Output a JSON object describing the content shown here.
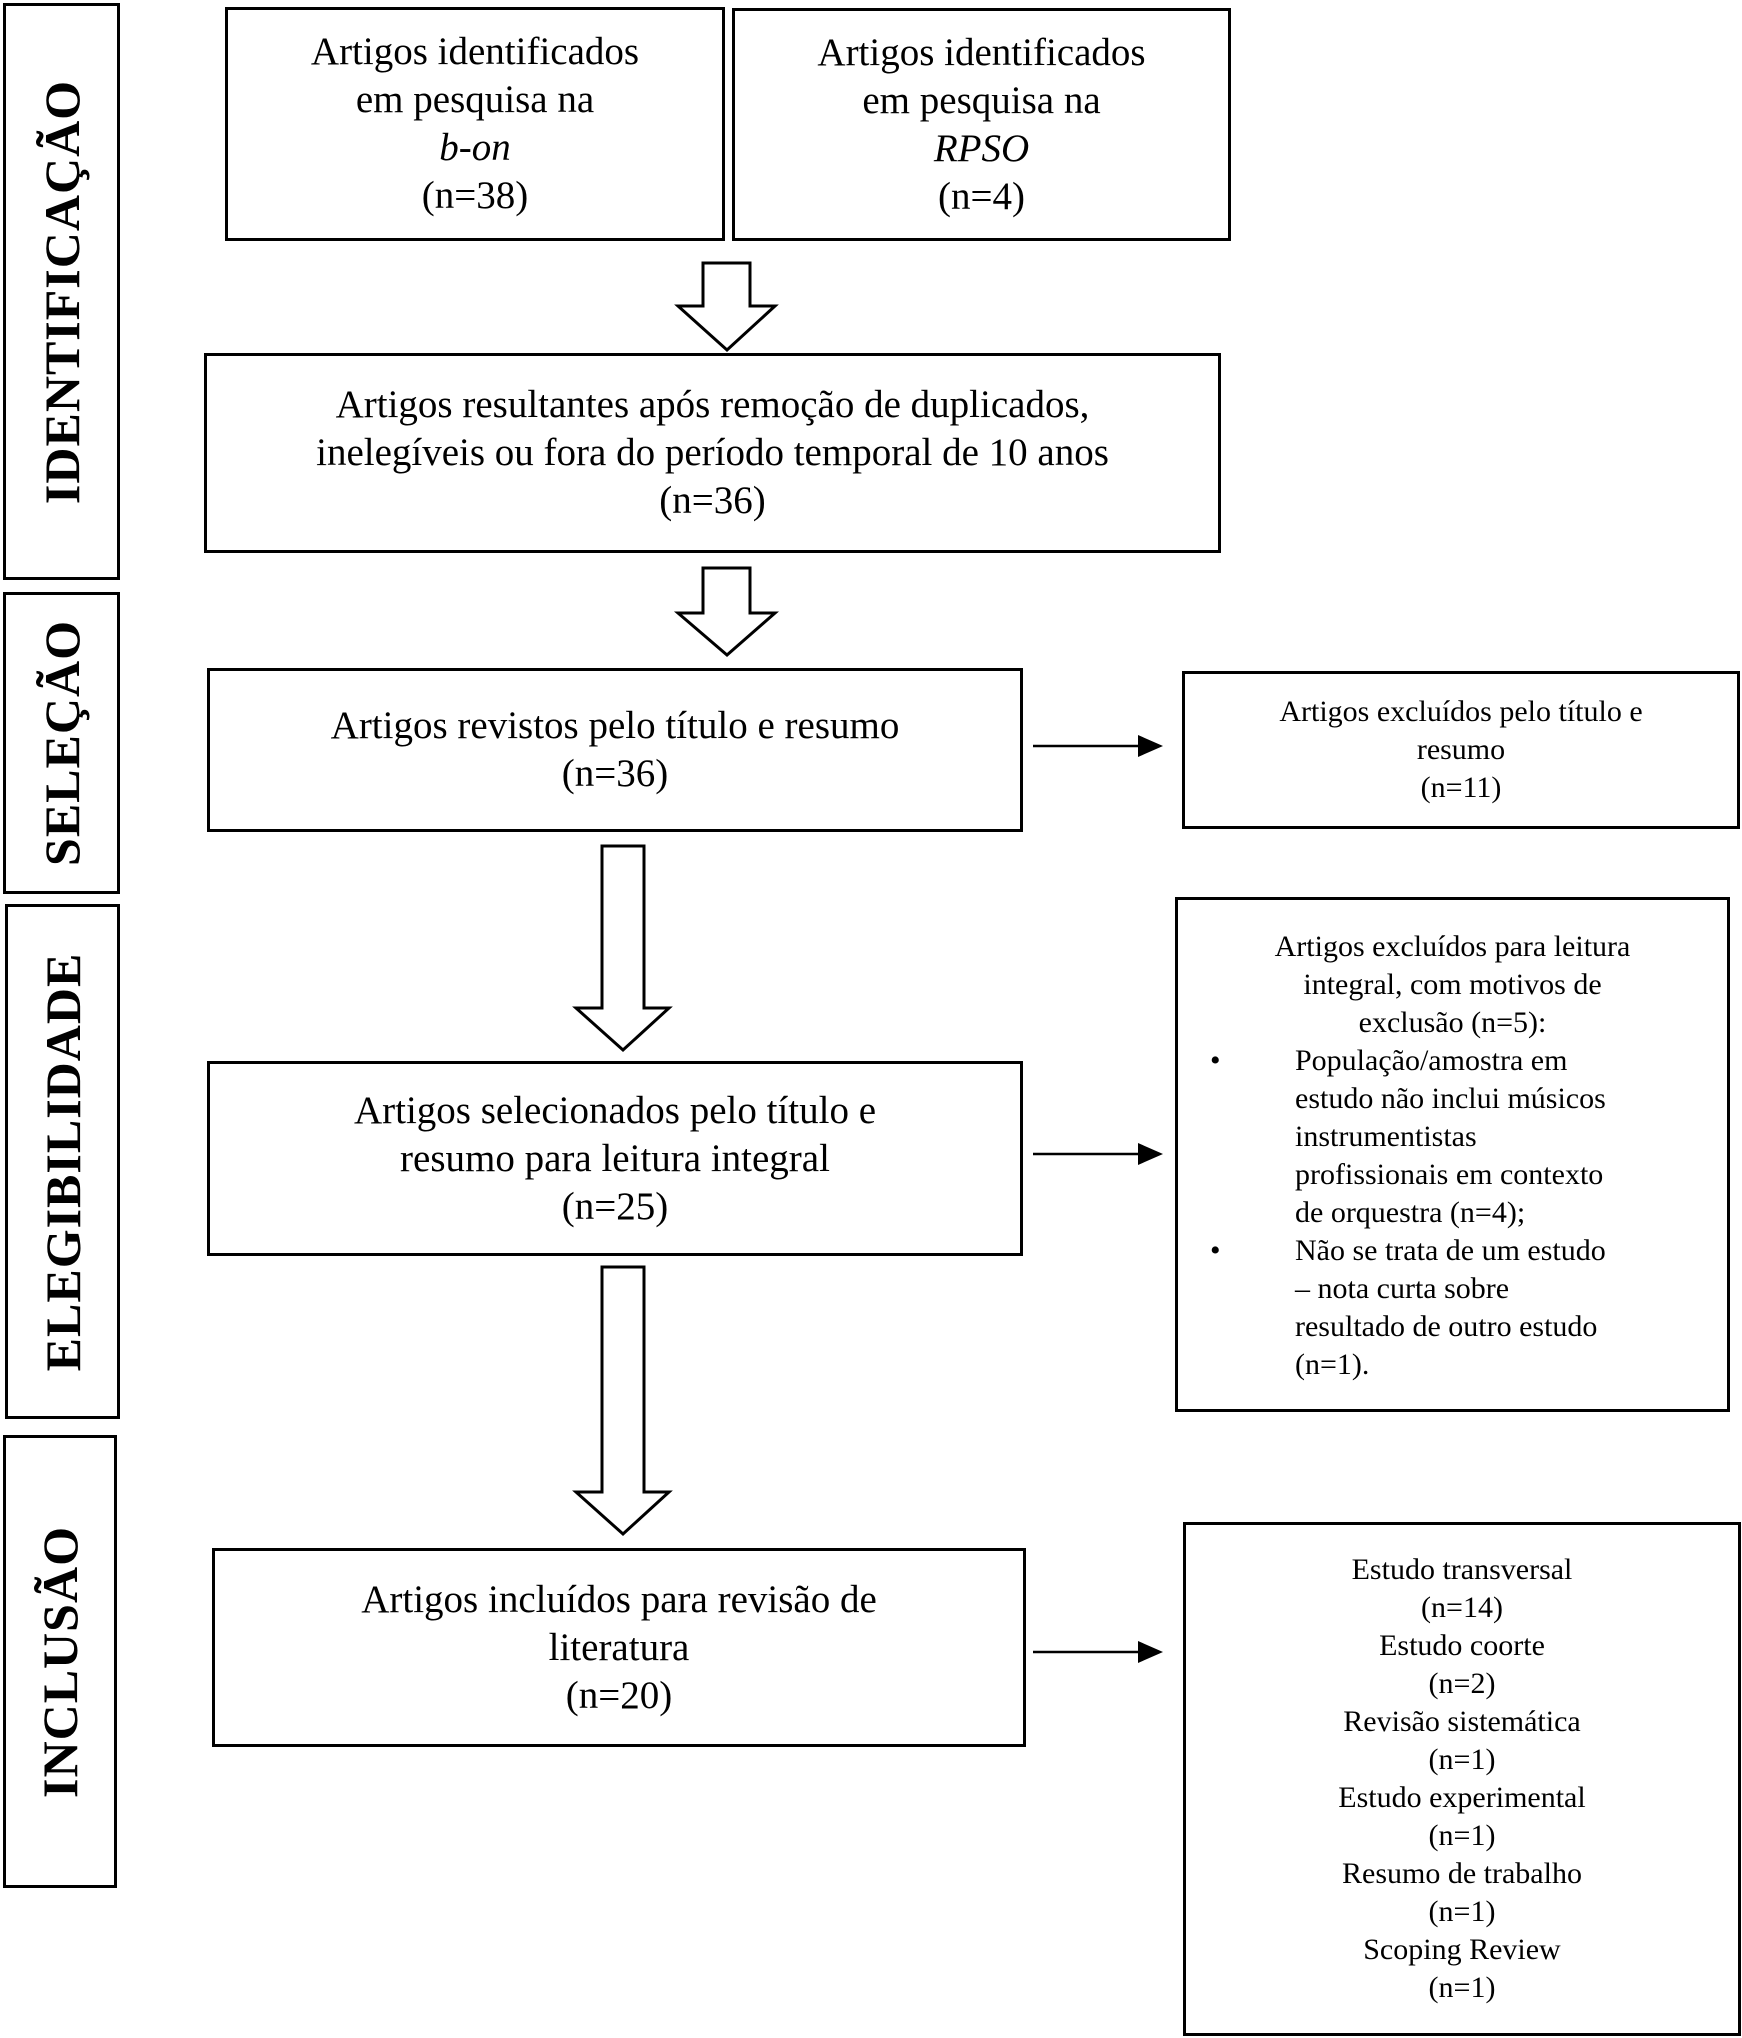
{
  "stages": {
    "identificacao": "IDENTIFICAÇÃO",
    "selecao": "SELEÇÃO",
    "elegibilidade": "ELEGIBILIDADE",
    "inclusao": "INCLUSÃO"
  },
  "box_bon": {
    "line1": "Artigos identificados",
    "line2": "em pesquisa na",
    "source": "b-on",
    "count": "(n=38)"
  },
  "box_rpso": {
    "line1": "Artigos identificados",
    "line2": "em pesquisa na",
    "source": "RPSO",
    "count": "(n=4)"
  },
  "box_after_dedup": {
    "line1": "Artigos resultantes após remoção de duplicados,",
    "line2": "inelegíveis  ou fora do período temporal de 10 anos",
    "count": "(n=36)"
  },
  "box_screened": {
    "line1": "Artigos revistos pelo título e resumo",
    "count": "(n=36)"
  },
  "box_excluded_screen": {
    "line1": "Artigos excluídos pelo título e",
    "line2": "resumo",
    "count": "(n=11)"
  },
  "box_selected": {
    "line1": "Artigos selecionados pelo título e",
    "line2": "resumo para leitura integral",
    "count": "(n=25)"
  },
  "box_excluded_full": {
    "line1": "Artigos excluídos para leitura",
    "line2": "integral, com motivos de",
    "line3": "exclusão (n=5):",
    "bullet_symbol": "•",
    "items": [
      {
        "lines": [
          "População/amostra em",
          "estudo não inclui músicos",
          "instrumentistas",
          "profissionais em contexto",
          "de orquestra (n=4);"
        ]
      },
      {
        "lines": [
          "Não se trata de um estudo",
          "– nota curta sobre",
          "resultado de outro estudo",
          "(n=1)."
        ]
      }
    ]
  },
  "box_included": {
    "line1": "Artigos incluídos para revisão de",
    "line2": "literatura",
    "count": "(n=20)"
  },
  "box_study_types": {
    "items": [
      {
        "label": "Estudo transversal",
        "count": "(n=14)"
      },
      {
        "label": "Estudo coorte",
        "count": "(n=2)"
      },
      {
        "label": "Revisão sistemática",
        "count": "(n=1)"
      },
      {
        "label": "Estudo experimental",
        "count": "(n=1)"
      },
      {
        "label": "Resumo de trabalho",
        "count": "(n=1)"
      },
      {
        "label": "Scoping Review",
        "count": "(n=1)"
      }
    ]
  }
}
